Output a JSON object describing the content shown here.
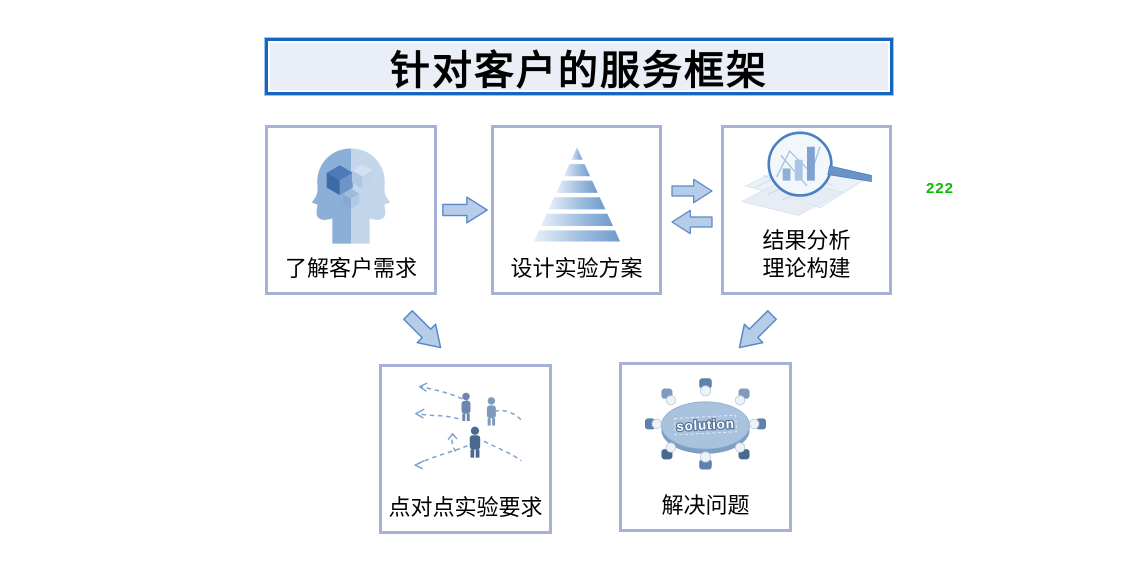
{
  "title": {
    "text": "针对客户的服务框架"
  },
  "annotation": {
    "text": "222",
    "color": "#00BE00"
  },
  "flow": {
    "boxes": [
      {
        "id": "understand-needs",
        "label": "了解客户需求",
        "image": "thinking-heads-cubes"
      },
      {
        "id": "design-experiment",
        "label": "设计实验方案",
        "image": "layered-pyramid"
      },
      {
        "id": "analyze-results",
        "label_line1": "结果分析",
        "label_line2": "理论构建",
        "image": "magnifier-over-chart"
      },
      {
        "id": "p2p-requirements",
        "label": "点对点实验要求",
        "image": "people-dashed-arrows"
      },
      {
        "id": "solve-problem",
        "label": "解决问题",
        "image": "solution-round-table",
        "image_text": "solution"
      }
    ],
    "connections": [
      {
        "from": "understand-needs",
        "to": "design-experiment",
        "type": "arrow-right"
      },
      {
        "from": "design-experiment",
        "to": "analyze-results",
        "type": "arrow-right"
      },
      {
        "from": "analyze-results",
        "to": "design-experiment",
        "type": "arrow-left"
      },
      {
        "from": "understand-needs",
        "to": "p2p-requirements",
        "type": "arrow-down-right"
      },
      {
        "from": "analyze-results",
        "to": "solve-problem",
        "type": "arrow-down-left"
      }
    ]
  },
  "colors": {
    "title_border": "#1566C2",
    "title_bg": "#EAEFF7",
    "box_border": "#A8B2D8",
    "arrow_fill": "#B5CDE8",
    "arrow_stroke": "#5B88C8",
    "annotation_green": "#00BE00",
    "background": "#FFFFFF"
  }
}
